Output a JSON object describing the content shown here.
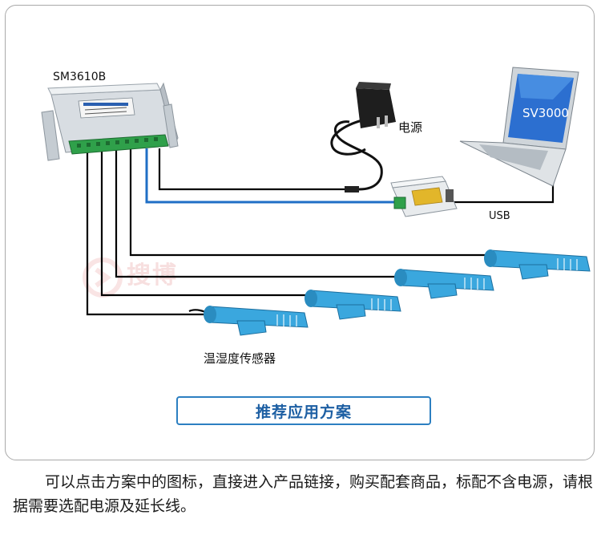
{
  "diagram": {
    "device_label": "SM3610B",
    "power_label": "电源",
    "laptop_screen_label": "SV3000",
    "usb_label": "USB",
    "sensor_label": "温湿度传感器",
    "solution_button": "推荐应用方案",
    "watermark": "搜博"
  },
  "note_text": "可以点击方案中的图标，直接进入产品链接，购买配套商品，标配不含电源，请根据需要选配电源及延长线。",
  "colors": {
    "cable_black": "#000000",
    "cable_blue": "#1f6fc6",
    "sensor_blue": "#3aa7de",
    "frame_border": "#a9a9a9",
    "accent": "#2c7fc1"
  }
}
